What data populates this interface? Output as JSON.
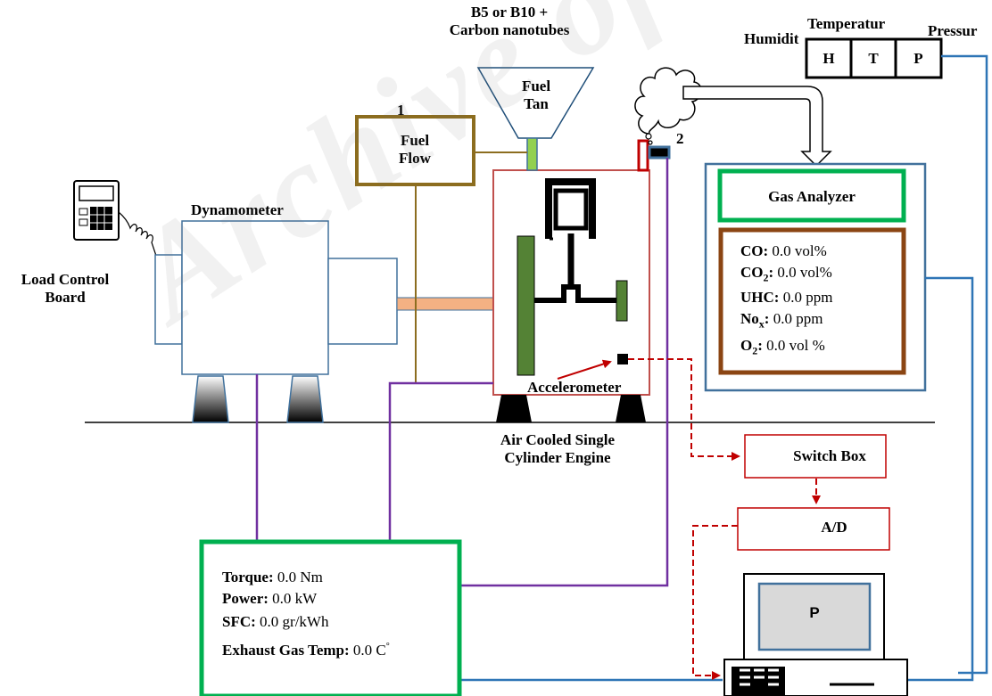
{
  "colors": {
    "purple": "#7030a0",
    "olive": "#8c6d1f",
    "red": "#c00000",
    "blue": "#2e75b6",
    "green": "#00b050",
    "brown": "#8b4513",
    "steel": "#41719c",
    "engine_red": "#c0504d",
    "flywheel_green": "#548235",
    "shaft_orange": "#f4b183",
    "tank_blue": "#1f4e79",
    "lightgreen": "#92d050"
  },
  "labels": {
    "fuel_note_line1": "B5 or B10 +",
    "fuel_note_line2": "Carbon nanotubes",
    "fuel_tank_line1": "Fuel",
    "fuel_tank_line2": "Tan",
    "fuel_flow_line1": "Fuel",
    "fuel_flow_line2": "Flow",
    "marker_1": "1",
    "marker_2": "2",
    "dynamometer": "Dynamometer",
    "load_control_line1": "Load Control",
    "load_control_line2": "Board",
    "accelerometer": "Accelerometer",
    "engine_line1": "Air Cooled Single",
    "engine_line2": "Cylinder Engine",
    "humidity": "Humidit",
    "temperature": "Temperatur",
    "pressure": "Pressur",
    "sensor_h": "H",
    "sensor_t": "T",
    "sensor_p": "P",
    "gas_analyzer": "Gas Analyzer",
    "switch_box": "Switch Box",
    "ad": "A/D",
    "pc_screen": "P",
    "watermark": "Archive of SID"
  },
  "gas_readings": [
    {
      "name": "CO",
      "sub": "",
      "value": "0.0  vol%"
    },
    {
      "name": "CO",
      "sub": "2",
      "value": "0.0  vol%"
    },
    {
      "name": "UHC",
      "sub": "",
      "value": "0.0 ppm"
    },
    {
      "name": "No",
      "sub": "x",
      "value": "0.0 ppm"
    },
    {
      "name": "O",
      "sub": "2",
      "value": "0.0 vol %"
    }
  ],
  "engine_readings": [
    {
      "name": "Torque:",
      "value": "0.0 Nm"
    },
    {
      "name": "Power:",
      "value": "0.0 kW"
    },
    {
      "name": "SFC:",
      "value": "0.0 gr/kWh"
    },
    {
      "name": "Exhaust Gas Temp:",
      "value": "0.0 C"
    }
  ],
  "degree_mark": "°"
}
